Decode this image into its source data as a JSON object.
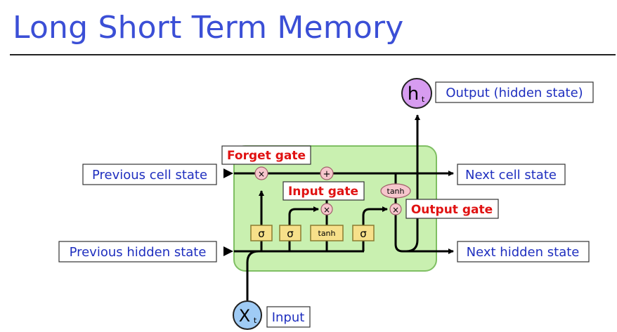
{
  "slide": {
    "title": "Long Short Term Memory"
  },
  "diagram": {
    "labels": {
      "prev_cell": "Previous cell state",
      "prev_hidden": "Previous hidden state",
      "next_cell": "Next cell state",
      "next_hidden": "Next hidden state",
      "output": "Output (hidden state)",
      "input": "Input"
    },
    "gate_labels": {
      "forget": "Forget gate",
      "input": "Input gate",
      "output": "Output gate"
    },
    "nodes": {
      "h_main": "h",
      "h_sub": "t",
      "x_main": "X",
      "x_sub": "t"
    },
    "layers": [
      "σ",
      "σ",
      "tanh",
      "σ"
    ],
    "ops": {
      "multiply": "×",
      "add": "+",
      "tanh": "tanh"
    },
    "colors": {
      "title": "#3b4fd6",
      "label_text": "#1f2fbf",
      "gate_text": "#e01212",
      "cell_fill": "#c9f0b0",
      "cell_stroke": "#7fbf63",
      "layer_fill": "#f7e08a",
      "op_fill": "#f6c6cc",
      "h_node": "#d79cf0",
      "x_node": "#9fcbf5"
    }
  }
}
